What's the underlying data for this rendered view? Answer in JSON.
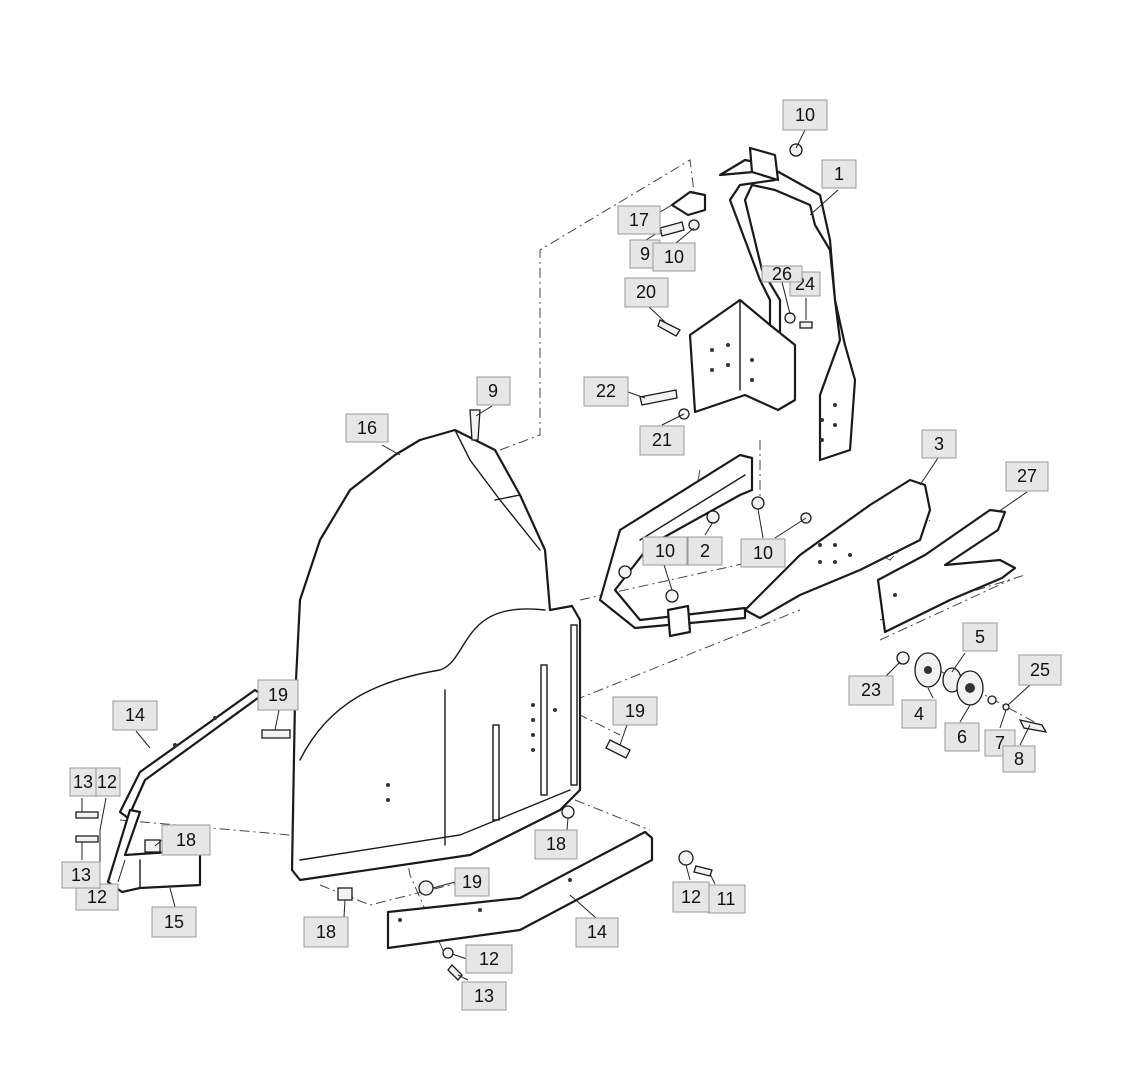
{
  "callouts": [
    {
      "id": "c1",
      "label": "1"
    },
    {
      "id": "c2",
      "label": "2"
    },
    {
      "id": "c3",
      "label": "3"
    },
    {
      "id": "c4",
      "label": "4"
    },
    {
      "id": "c5",
      "label": "5"
    },
    {
      "id": "c6",
      "label": "6"
    },
    {
      "id": "c7",
      "label": "7"
    },
    {
      "id": "c8",
      "label": "8"
    },
    {
      "id": "c9a",
      "label": "9"
    },
    {
      "id": "c9b",
      "label": "9"
    },
    {
      "id": "c10a",
      "label": "10"
    },
    {
      "id": "c10b",
      "label": "10"
    },
    {
      "id": "c10c",
      "label": "10"
    },
    {
      "id": "c10d",
      "label": "10"
    },
    {
      "id": "c11",
      "label": "11"
    },
    {
      "id": "c12a",
      "label": "12"
    },
    {
      "id": "c12b",
      "label": "12"
    },
    {
      "id": "c12c",
      "label": "12"
    },
    {
      "id": "c12d",
      "label": "12"
    },
    {
      "id": "c13a",
      "label": "13"
    },
    {
      "id": "c13b",
      "label": "13"
    },
    {
      "id": "c13c",
      "label": "13"
    },
    {
      "id": "c14a",
      "label": "14"
    },
    {
      "id": "c14b",
      "label": "14"
    },
    {
      "id": "c15",
      "label": "15"
    },
    {
      "id": "c16",
      "label": "16"
    },
    {
      "id": "c17",
      "label": "17"
    },
    {
      "id": "c18a",
      "label": "18"
    },
    {
      "id": "c18b",
      "label": "18"
    },
    {
      "id": "c18c",
      "label": "18"
    },
    {
      "id": "c19a",
      "label": "19"
    },
    {
      "id": "c19b",
      "label": "19"
    },
    {
      "id": "c19c",
      "label": "19"
    },
    {
      "id": "c20",
      "label": "20"
    },
    {
      "id": "c21",
      "label": "21"
    },
    {
      "id": "c22",
      "label": "22"
    },
    {
      "id": "c23",
      "label": "23"
    },
    {
      "id": "c24",
      "label": "24"
    },
    {
      "id": "c25",
      "label": "25"
    },
    {
      "id": "c26",
      "label": "26"
    },
    {
      "id": "c27",
      "label": "27"
    }
  ]
}
